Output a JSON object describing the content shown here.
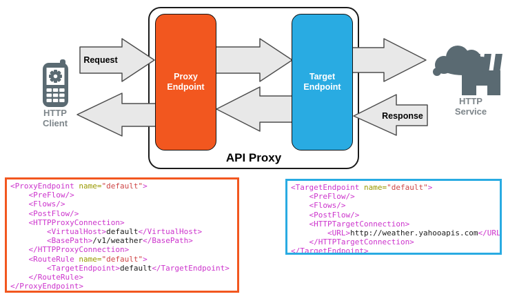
{
  "colors": {
    "proxy_orange": "#f2571f",
    "target_blue": "#29abe2",
    "arrow_fill": "#e8e8e8",
    "arrow_stroke": "#4d4d4d",
    "icon_slate": "#5a6a72",
    "actor_label_gray": "#7d858a",
    "code_tag": "#cc33cc",
    "code_attr_name": "#999900",
    "code_attr_value": "#ce4646"
  },
  "diagram": {
    "api_proxy_label": "API Proxy",
    "proxy_endpoint_label": "Proxy\nEndpoint",
    "target_endpoint_label": "Target\nEndpoint",
    "request_label": "Request",
    "response_label": "Response",
    "client_label": "HTTP\nClient",
    "service_label": "HTTP\nService"
  },
  "code_boxes": {
    "proxy": {
      "lines": [
        [
          {
            "t": "<ProxyEndpoint ",
            "c": "tag"
          },
          {
            "t": "name=",
            "c": "attr"
          },
          {
            "t": "\"default\"",
            "c": "val"
          },
          {
            "t": ">",
            "c": "tag"
          }
        ],
        [
          {
            "t": "    <PreFlow/>",
            "c": "tag"
          }
        ],
        [
          {
            "t": "    <Flows/>",
            "c": "tag"
          }
        ],
        [
          {
            "t": "    <PostFlow/>",
            "c": "tag"
          }
        ],
        [
          {
            "t": "    <HTTPProxyConnection>",
            "c": "tag"
          }
        ],
        [
          {
            "t": "        <VirtualHost>",
            "c": "tag"
          },
          {
            "t": "default",
            "c": "txt"
          },
          {
            "t": "</VirtualHost>",
            "c": "tag"
          }
        ],
        [
          {
            "t": "        <BasePath>",
            "c": "tag"
          },
          {
            "t": "/v1/weather",
            "c": "txt"
          },
          {
            "t": "</BasePath>",
            "c": "tag"
          }
        ],
        [
          {
            "t": "    </HTTPProxyConnection>",
            "c": "tag"
          }
        ],
        [
          {
            "t": "    <RouteRule ",
            "c": "tag"
          },
          {
            "t": "name=",
            "c": "attr"
          },
          {
            "t": "\"default\"",
            "c": "val"
          },
          {
            "t": ">",
            "c": "tag"
          }
        ],
        [
          {
            "t": "        <TargetEndpoint>",
            "c": "tag"
          },
          {
            "t": "default",
            "c": "txt"
          },
          {
            "t": "</TargetEndpoint>",
            "c": "tag"
          }
        ],
        [
          {
            "t": "    </RouteRule>",
            "c": "tag"
          }
        ],
        [
          {
            "t": "</ProxyEndpoint>",
            "c": "tag"
          }
        ]
      ]
    },
    "target": {
      "lines": [
        [
          {
            "t": "<TargetEndpoint ",
            "c": "tag"
          },
          {
            "t": "name=",
            "c": "attr"
          },
          {
            "t": "\"default\"",
            "c": "val"
          },
          {
            "t": ">",
            "c": "tag"
          }
        ],
        [
          {
            "t": "    <PreFlow/>",
            "c": "tag"
          }
        ],
        [
          {
            "t": "    <Flows/>",
            "c": "tag"
          }
        ],
        [
          {
            "t": "    <PostFlow/>",
            "c": "tag"
          }
        ],
        [
          {
            "t": "    <HTTPTargetConnection>",
            "c": "tag"
          }
        ],
        [
          {
            "t": "        <URL>",
            "c": "tag"
          },
          {
            "t": "http://weather.yahooapis.com",
            "c": "txt"
          },
          {
            "t": "</URL>",
            "c": "tag"
          }
        ],
        [
          {
            "t": "    </HTTPTargetConnection>",
            "c": "tag"
          }
        ],
        [
          {
            "t": "</TargetEndpoint>",
            "c": "tag"
          }
        ]
      ]
    }
  }
}
